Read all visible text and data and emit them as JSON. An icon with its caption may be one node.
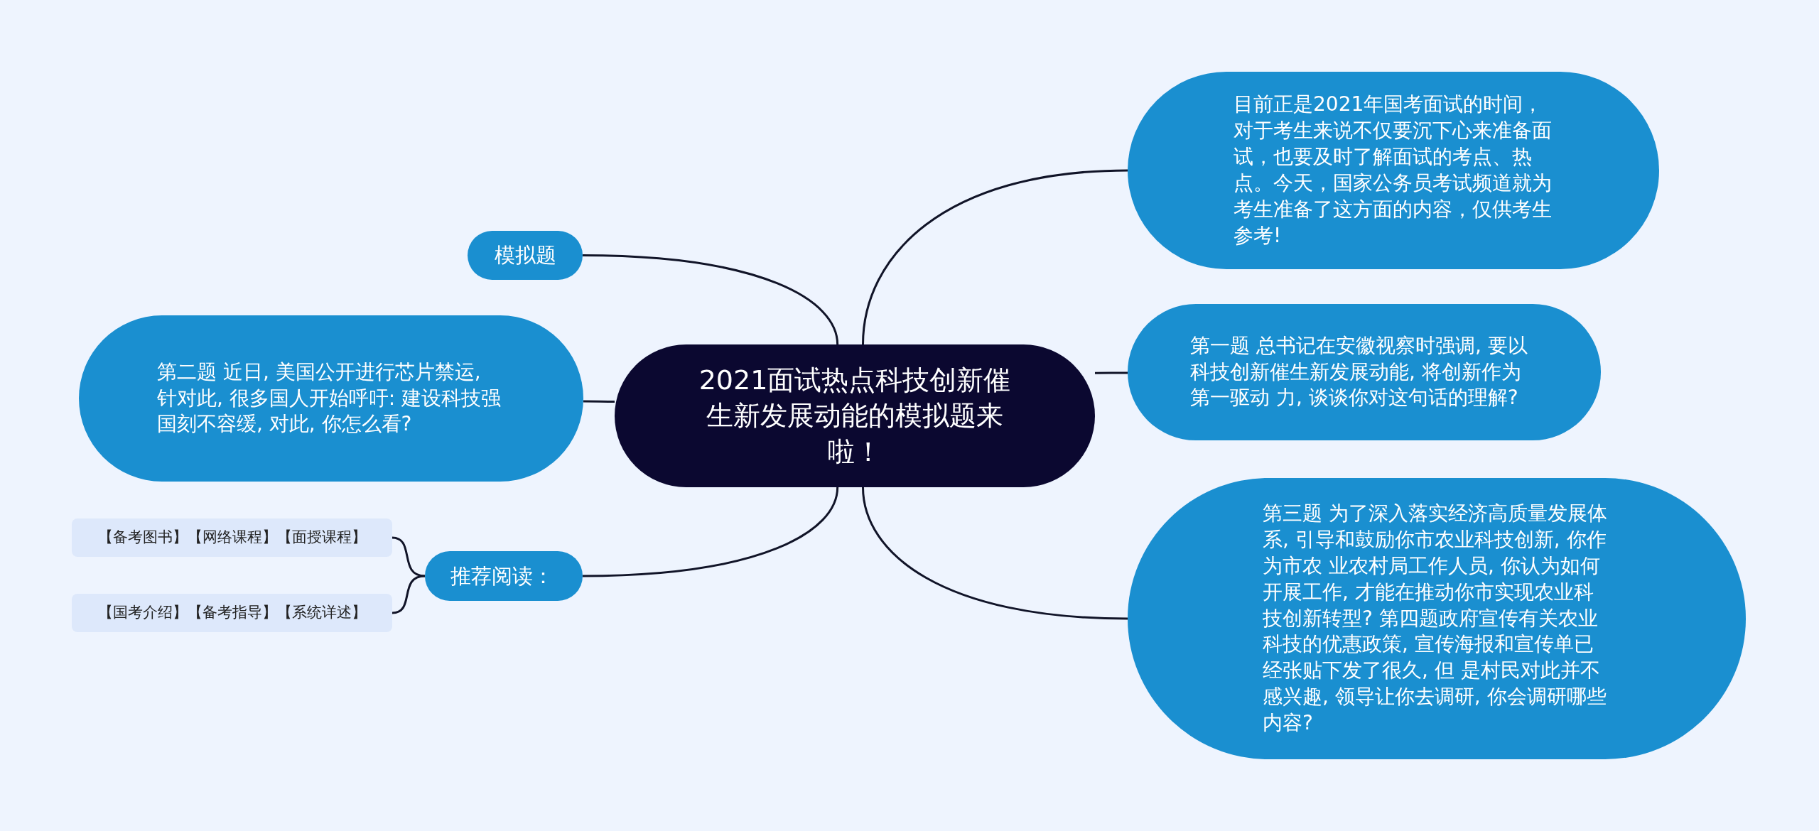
{
  "diagram": {
    "nodes": [
      {
        "text": [
          "2021面试热点科技创新催生新发展动能的模拟题来啦！"
        ]
      },
      {
        "text": [
          "模拟题"
        ]
      },
      {
        "text": [
          "第二题 近日, 美国公开进行芯片禁运, 针对此, 很多国人开始呼吁: 建设科技强国刻不容缓, 对此, 你怎么看?"
        ]
      },
      {
        "text": [
          "推荐阅读："
        ]
      },
      {
        "text": [
          "【备考图书】【网络课程】【面授课程】"
        ]
      },
      {
        "text": [
          "【国考介绍】【备考指导】【系统详述】"
        ]
      },
      {
        "text": [
          "目前正是2021年国考面试的时间，对于考生来说不仅要沉下心来准备面试，也要及时了解面试的考点、热点。今天，国家公务员考试频道就为考生准备了这方面的内容，仅供考生参考!"
        ]
      },
      {
        "text": [
          "第一题 总书记在安徽视察时强调, 要以科技创新催生新发展动能, 将创新作为第一驱动 力, 谈谈你对这句话的理解?"
        ]
      },
      {
        "text": [
          "第三题 为了深入落实经济高质量发展体系, 引导和鼓励你市农业科技创新, 你作为市农 业农村局工作人员, 你认为如何开展工作, 才能在推动你市实现农业科技创新转型? 第四题政府宣传有关农业科技的优惠政策, 宣传海报和宣传单已经张贴下发了很久, 但 是村民对此并不感兴趣, 领导让你去调研, 你会调研哪些内容?"
        ]
      }
    ],
    "edges": [
      {
        "from": 0,
        "to": 1,
        "arrow": "none"
      },
      {
        "from": 0,
        "to": 2,
        "arrow": "none"
      },
      {
        "from": 0,
        "to": 3,
        "arrow": "none"
      },
      {
        "from": 3,
        "to": 4,
        "arrow": "none"
      },
      {
        "from": 3,
        "to": 5,
        "arrow": "none"
      },
      {
        "from": 0,
        "to": 6,
        "arrow": "none"
      },
      {
        "from": 0,
        "to": 7,
        "arrow": "none"
      },
      {
        "from": 0,
        "to": 8,
        "arrow": "none"
      }
    ]
  }
}
